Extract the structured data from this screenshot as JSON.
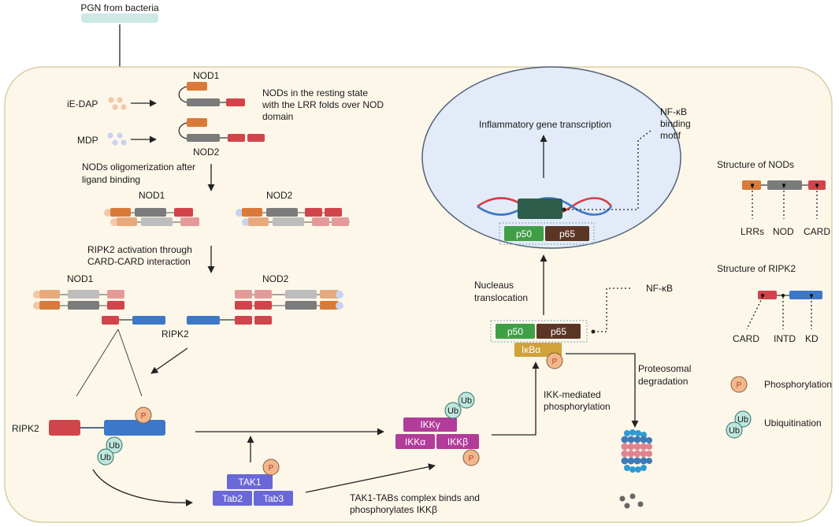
{
  "source": {
    "label": "PGN from bacteria"
  },
  "ligands": {
    "iedap": "iE-DAP",
    "mdp": "MDP"
  },
  "resting": {
    "nod1": "NOD1",
    "nod2": "NOD2",
    "note_lines": [
      "NODs in the resting state",
      "with the LRR folds over NOD",
      "domain"
    ]
  },
  "oligo": {
    "title_lines": [
      "NODs oligomerization after",
      "ligand binding"
    ],
    "nod1": "NOD1",
    "nod2": "NOD2"
  },
  "ripk2_activation": {
    "title_lines": [
      "RIPK2 activation through",
      "CARD-CARD interaction"
    ],
    "nod1": "NOD1",
    "nod2": "NOD2",
    "ripk2": "RIPK2"
  },
  "ripk2_detail": {
    "label": "RIPK2"
  },
  "tak": {
    "tak1": "TAK1",
    "tab2": "Tab2",
    "tab3": "Tab3",
    "caption_lines": [
      "TAK1-TABs complex binds and",
      "phosphorylates IKKβ"
    ]
  },
  "ikk": {
    "gamma": "IKKγ",
    "alpha": "IKKα",
    "beta": "IKKβ",
    "caption_lines": [
      "IKK-mediated",
      "phosphorylation"
    ]
  },
  "nfkb": {
    "label": "NF-κB",
    "p50": "p50",
    "p65": "p65",
    "ikba": "IκBα",
    "translocation_lines": [
      "Nucleaus",
      "translocation"
    ],
    "degradation_lines": [
      "Proteosomal",
      "degradation"
    ]
  },
  "nucleus": {
    "transcription": "Inflammatory gene transcription",
    "motif_lines": [
      "NF-κB",
      "binding",
      "motif"
    ],
    "p50": "p50",
    "p65": "p65"
  },
  "legend": {
    "nods_title": "Structure of NODs",
    "nods_parts": [
      "LRRs",
      "NOD",
      "CARD"
    ],
    "ripk2_title": "Structure of RIPK2",
    "ripk2_parts": [
      "CARD",
      "INTD",
      "KD"
    ],
    "phosphorylation": "Phosphorylation",
    "ubiquitination": "Ubiquitination"
  },
  "marks": {
    "p": "P",
    "ub": "Ub"
  },
  "colors": {
    "lrr": "#d97a3a",
    "nod": "#7b7b7b",
    "card": "#d2444c",
    "ripk2_kd": "#3d78c8",
    "tak": "#6a68d6",
    "ikk": "#b13c9a",
    "p50": "#3f9f47",
    "p65": "#5b3626",
    "ikba": "#d0a23a",
    "cell_fill": "#fcf7e9",
    "cell_stroke": "#d9cfa6",
    "nucleus_fill": "#e2ebf7",
    "nucleus_stroke": "#51617a",
    "ub_fill": "#bfe6dc",
    "p_fill": "#f2b88c"
  }
}
